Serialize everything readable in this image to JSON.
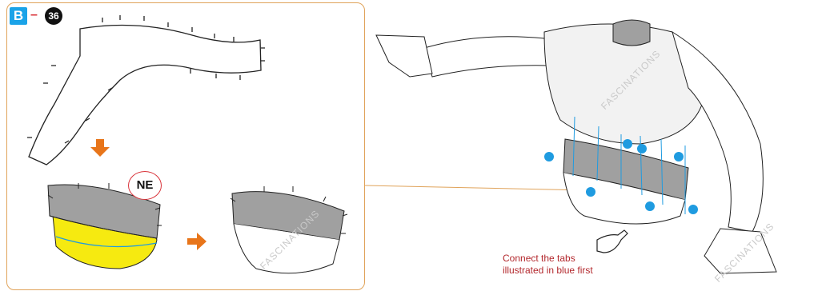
{
  "step": {
    "letter": "B",
    "number": "36"
  },
  "badge": "NE",
  "instruction": "Connect the tabs\nillustrated in blue first",
  "watermark": "FASCINATIONS",
  "colors": {
    "border": "#e0a35a",
    "letter_bg": "#1aa3e8",
    "accent_red": "#d9333a",
    "arrow": "#e8751a",
    "part_gray": "#a0a0a0",
    "highlight": "#f6ea10",
    "tab_blue": "#1f9be0"
  },
  "icons": [
    "down-arrow-icon",
    "right-arrow-icon",
    "pointing-hand-icon"
  ]
}
